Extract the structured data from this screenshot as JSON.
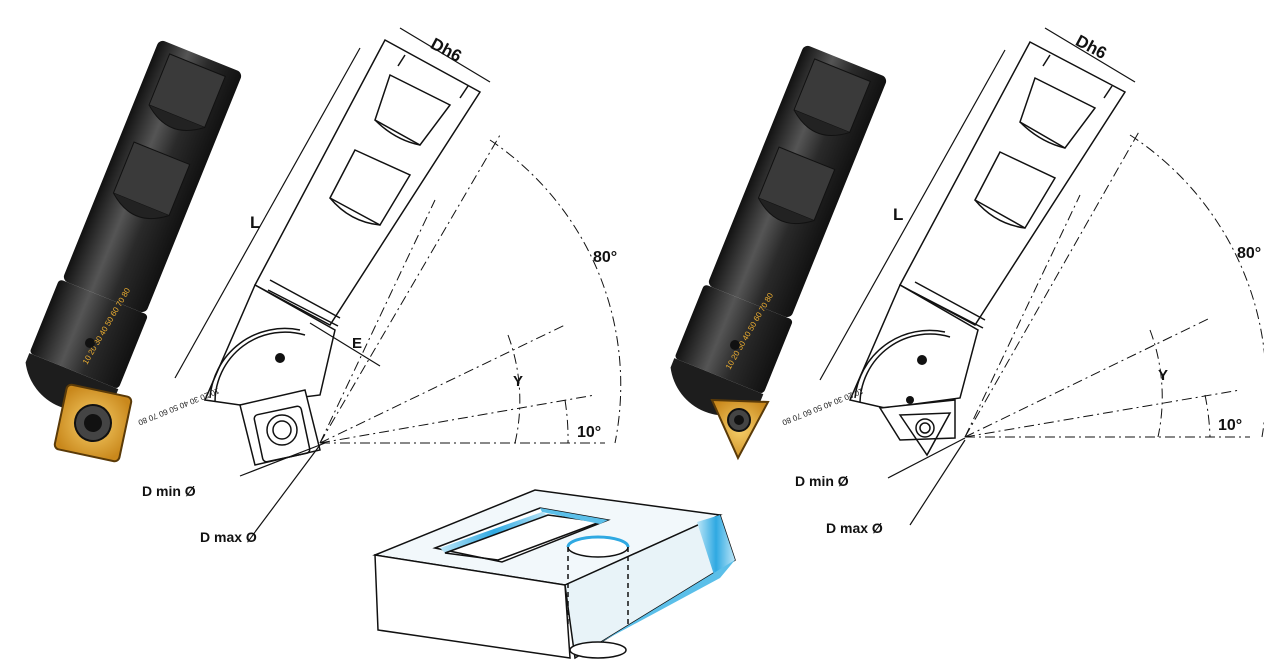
{
  "left_tool": {
    "dim_width": "Dh6",
    "dim_length": "L",
    "dim_offset": "E",
    "dim_min_diameter": "D min Ø",
    "dim_max_diameter": "D max Ø",
    "angle_max": "80°",
    "angle_min": "10°",
    "angle_y": "Y",
    "insert_shape": "square",
    "scale_marks": [
      "10",
      "20",
      "30",
      "40",
      "50",
      "60",
      "70",
      "80"
    ]
  },
  "right_tool": {
    "dim_width": "Dh6",
    "dim_length": "L",
    "dim_min_diameter": "D min Ø",
    "dim_max_diameter": "D max Ø",
    "angle_max": "80°",
    "angle_min": "10°",
    "angle_y": "Y",
    "insert_shape": "triangle",
    "scale_marks": [
      "10",
      "20",
      "30",
      "40",
      "50",
      "60",
      "70",
      "80"
    ]
  },
  "colors": {
    "tool_body": "#2a2a2a",
    "insert_gold": "#e0a030",
    "workpiece_blue": "#3aaee0",
    "line": "#111111"
  }
}
